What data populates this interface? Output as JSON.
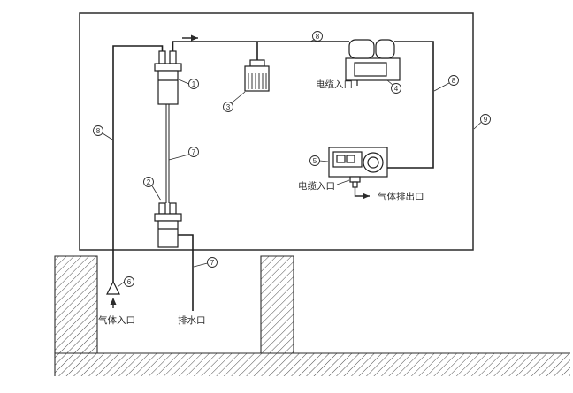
{
  "colors": {
    "background": "#ffffff",
    "line": "#2b2b2b"
  },
  "diagram": {
    "callouts": [
      "1",
      "2",
      "3",
      "4",
      "5",
      "6",
      "7",
      "7",
      "8",
      "8",
      "8",
      "9"
    ],
    "labels": {
      "cable_inlet_top": "电缆入口",
      "cable_inlet_bottom": "电缆入口",
      "gas_outlet": "气体排出口",
      "gas_inlet": "气体入口",
      "drain_outlet": "排水口"
    }
  }
}
